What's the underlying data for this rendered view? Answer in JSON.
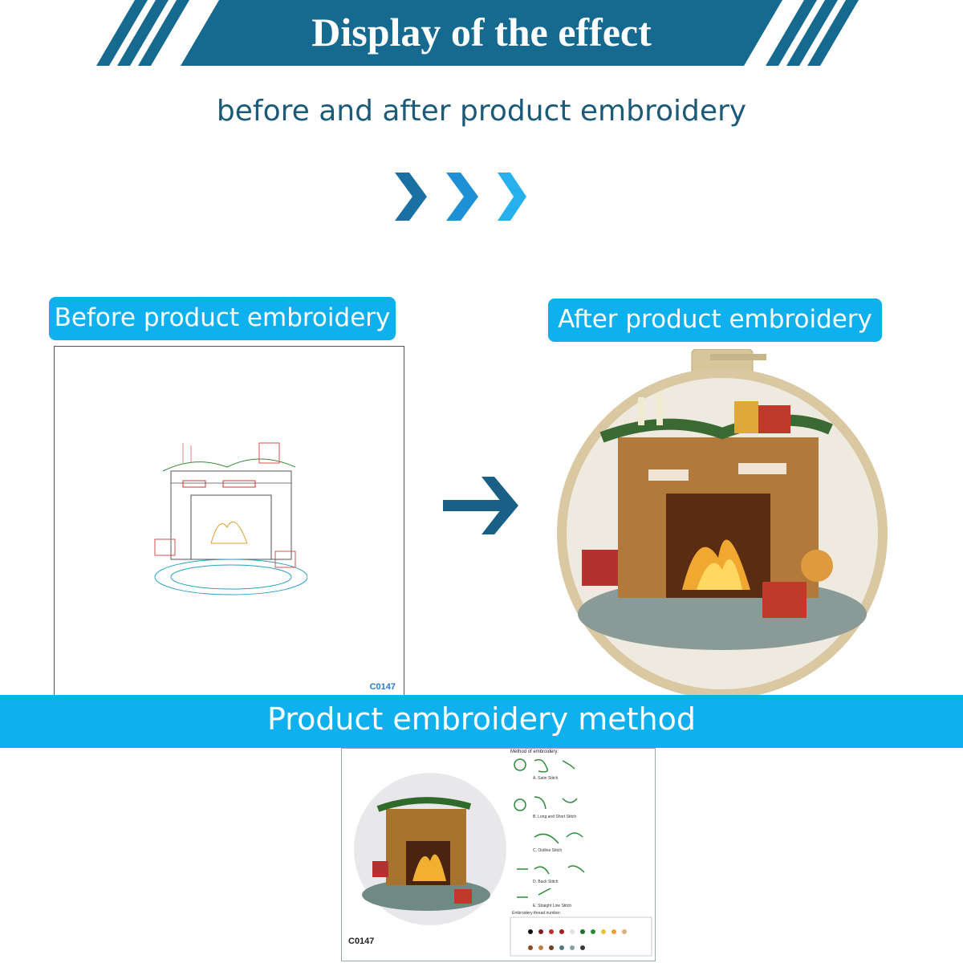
{
  "header": {
    "title": "Display of the effect",
    "subtitle": "before and after product embroidery"
  },
  "before": {
    "label": "Before product embroidery",
    "code": "C0147"
  },
  "after": {
    "label": "After product embroidery"
  },
  "method": {
    "title": "Product embroidery method",
    "sheet": {
      "code": "C0147",
      "heading": "Method of embroidery:",
      "stitches": [
        "A. Satin Stitch",
        "B. Long and Short Stitch",
        "C. Outline Stitch",
        "D. Back Stitch",
        "E. Straight Line Stitch"
      ],
      "thread_heading": "Embroidery thread number:"
    }
  },
  "colors": {
    "banner": "#166a8f",
    "accent": "#0fb0ee",
    "subtitle": "#1b5a78"
  }
}
